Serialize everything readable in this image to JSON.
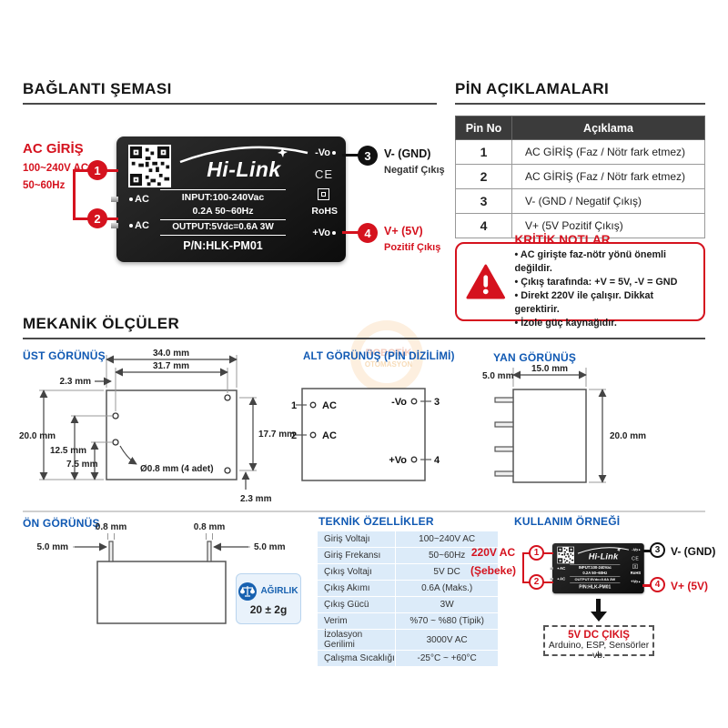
{
  "colors": {
    "red": "#d5121e",
    "blue": "#1059b3",
    "table_header": "#3b3b3b",
    "light_blue_row": "#dcebf9",
    "divider": "#cfcfcf"
  },
  "wiring": {
    "heading": "BAĞLANTI ŞEMASI",
    "ac_input": {
      "title": "AC GİRİŞ",
      "line1": "100~240V AC",
      "line2": "50~60Hz",
      "pin1": "1",
      "pin2": "2"
    },
    "module": {
      "brand": "Hi-Link",
      "ce": "CE",
      "rohs": "RoHS",
      "neg_pin": "-Vo",
      "pos_pin": "+Vo",
      "ac_pin": "AC",
      "input_line1": "INPUT:100-240Vac",
      "input_line2": "0.2A 50~60Hz",
      "output_line": "OUTPUT:5Vdc=0.6A 3W",
      "part_number": "P/N:HLK-PM01"
    },
    "neg_out": {
      "num": "3",
      "label": "V- (GND)",
      "sub": "Negatif Çıkış"
    },
    "pos_out": {
      "num": "4",
      "label": "V+ (5V)",
      "sub": "Pozitif Çıkış"
    }
  },
  "pin_table": {
    "heading": "PİN AÇIKLAMALARI",
    "col_pin": "Pin No",
    "col_desc": "Açıklama",
    "rows": [
      {
        "no": "1",
        "desc": "AC GİRİŞ (Faz / Nötr fark etmez)"
      },
      {
        "no": "2",
        "desc": "AC GİRİŞ (Faz / Nötr fark etmez)"
      },
      {
        "no": "3",
        "desc": "V- (GND / Negatif Çıkış)"
      },
      {
        "no": "4",
        "desc": "V+ (5V Pozitif Çıkış)"
      }
    ]
  },
  "critical_notes": {
    "title": "KRİTİK NOTLAR",
    "notes": [
      "AC girişte faz-nötr yönü önemli değildir.",
      "Çıkış tarafında: +V = 5V, -V = GND",
      "Direkt 220V ile çalışır. Dikkat gerektirir.",
      "İzole güç kaynağıdır."
    ]
  },
  "mechanical": {
    "heading": "MEKANİK ÖLÇÜLER",
    "top_view": {
      "title": "ÜST GÖRÜNÜŞ",
      "dim_total_width": "34.0 mm",
      "dim_hole_width": "31.7 mm",
      "dim_edge_offset": "2.3 mm",
      "dim_total_height": "20.0 mm",
      "dim_hole_y1": "12.5 mm",
      "dim_hole_y2": "7.5 mm",
      "dim_hole_height": "17.7 mm",
      "dim_bottom_offset": "2.3 mm",
      "hole_note": "Ø0.8 mm (4 adet)"
    },
    "bottom_view": {
      "title": "ALT GÖRÜNÜŞ (PİN DİZİLİMİ)",
      "pin1": "1",
      "pin2": "2",
      "pin3": "3",
      "pin4": "4",
      "ac": "AC",
      "neg": "-Vo",
      "pos": "+Vo"
    },
    "side_view": {
      "title": "YAN GÖRÜNÜŞ",
      "dim_pin_length": "5.0 mm",
      "dim_depth": "15.0 mm",
      "dim_height": "20.0 mm"
    },
    "front_view": {
      "title": "ÖN GÖRÜNÜŞ",
      "dim_pin_width_left": "0.8 mm",
      "dim_pin_width_right": "0.8 mm",
      "dim_pin_length_left": "5.0 mm",
      "dim_pin_length_right": "5.0 mm"
    }
  },
  "weight": {
    "label": "AĞIRLIK",
    "value": "20 ± 2g"
  },
  "specs": {
    "title": "TEKNİK ÖZELLİKLER",
    "rows": [
      {
        "label": "Giriş Voltajı",
        "value": "100~240V AC"
      },
      {
        "label": "Giriş Frekansı",
        "value": "50~60Hz"
      },
      {
        "label": "Çıkış Voltajı",
        "value": "5V DC"
      },
      {
        "label": "Çıkış Akımı",
        "value": "0.6A (Maks.)"
      },
      {
        "label": "Çıkış Gücü",
        "value": "3W"
      },
      {
        "label": "Verim",
        "value": "%70 ~ %80 (Tipik)"
      },
      {
        "label": "İzolasyon Gerilimi",
        "value": "3000V AC"
      },
      {
        "label": "Çalışma Sıcaklığı",
        "value": "-25°C ~ +60°C"
      }
    ]
  },
  "usage": {
    "title": "KULLANIM ÖRNEĞİ",
    "source_line1": "220V AC",
    "source_line2": "(Şebeke)",
    "pin1": "1",
    "pin2": "2",
    "pin3": "3",
    "pin4": "4",
    "neg_label": "V- (GND)",
    "pos_label": "V+ (5V)",
    "output_box_title": "5V DC ÇIKIŞ",
    "output_box_sub": "Arduino, ESP, Sensörler vb."
  },
  "watermark": {
    "line1": "ROBOTİK",
    "line2": "OTOMASYON"
  }
}
